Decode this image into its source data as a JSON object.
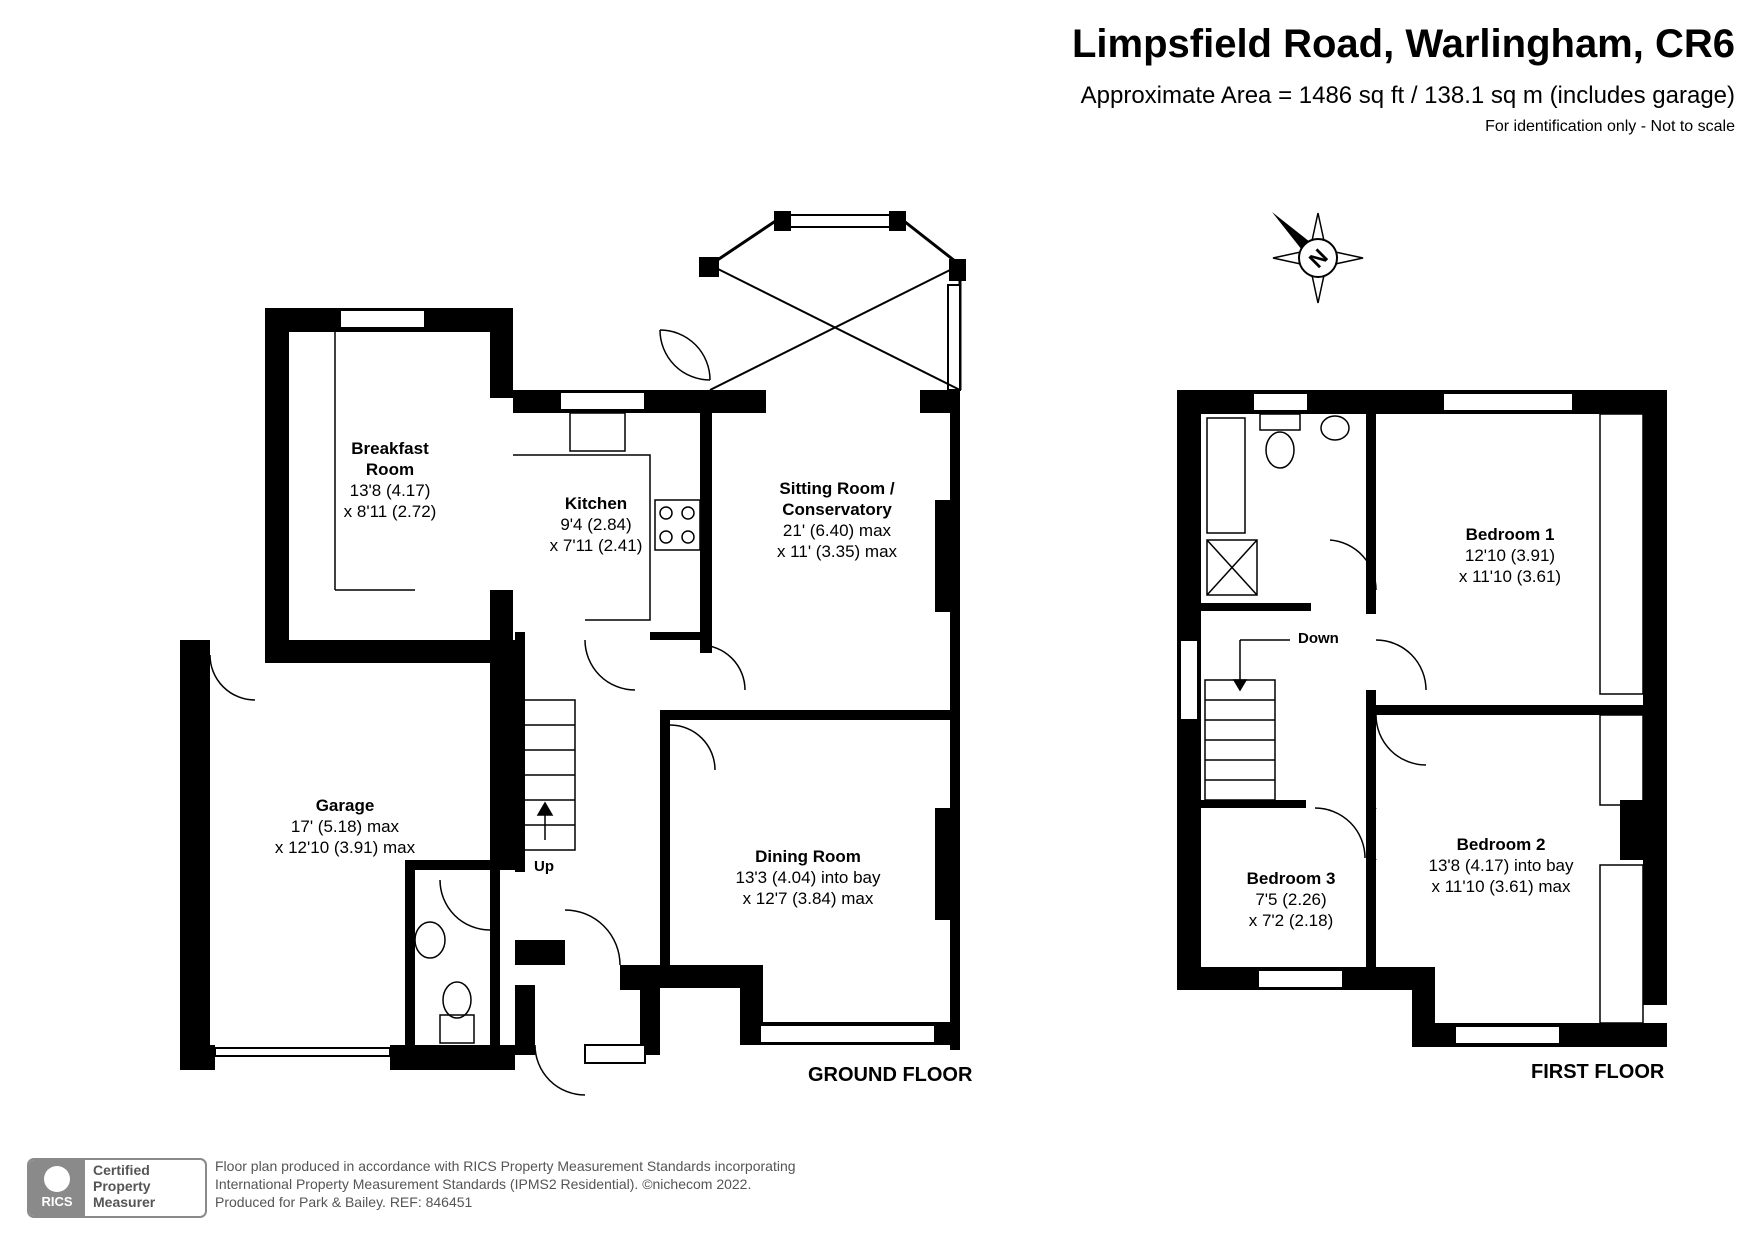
{
  "header": {
    "title": "Limpsfield Road, Warlingham, CR6",
    "area": "Approximate Area = 1486 sq ft / 138.1 sq m (includes garage)",
    "note": "For identification only - Not to scale"
  },
  "compass": {
    "icon": "north-compass-icon",
    "letter": "N"
  },
  "ground_floor": {
    "label": "GROUND FLOOR",
    "stairs_label": "Up",
    "rooms": {
      "breakfast": {
        "name": "Breakfast Room",
        "dim1": "13'8 (4.17)",
        "dim2": "x 8'11 (2.72)"
      },
      "kitchen": {
        "name": "Kitchen",
        "dim1": "9'4 (2.84)",
        "dim2": "x 7'11 (2.41)"
      },
      "sitting": {
        "name": "Sitting Room / Conservatory",
        "dim1": "21' (6.40) max",
        "dim2": "x 11' (3.35) max"
      },
      "garage": {
        "name": "Garage",
        "dim1": "17' (5.18) max",
        "dim2": "x 12'10 (3.91) max"
      },
      "dining": {
        "name": "Dining Room",
        "dim1": "13'3 (4.04) into bay",
        "dim2": "x 12'7 (3.84) max"
      }
    }
  },
  "first_floor": {
    "label": "FIRST FLOOR",
    "stairs_label": "Down",
    "rooms": {
      "bedroom1": {
        "name": "Bedroom 1",
        "dim1": "12'10 (3.91)",
        "dim2": "x 11'10 (3.61)"
      },
      "bedroom2": {
        "name": "Bedroom 2",
        "dim1": "13'8 (4.17) into bay",
        "dim2": "x 11'10 (3.61) max"
      },
      "bedroom3": {
        "name": "Bedroom 3",
        "dim1": "7'5 (2.26)",
        "dim2": "x 7'2 (2.18)"
      }
    }
  },
  "badge": {
    "logo_text": "RICS",
    "line1": "Certified",
    "line2": "Property",
    "line3": "Measurer"
  },
  "footer": {
    "line1": "Floor plan produced in accordance with RICS Property Measurement Standards incorporating",
    "line2": "International Property Measurement Standards (IPMS2 Residential).   ©nichecom 2022.",
    "line3": "Produced for Park & Bailey.   REF:  846451"
  },
  "colors": {
    "walls": "#000000",
    "fixtures": "#000000",
    "badge": "#8a8a8a",
    "footer_text": "#555555"
  }
}
